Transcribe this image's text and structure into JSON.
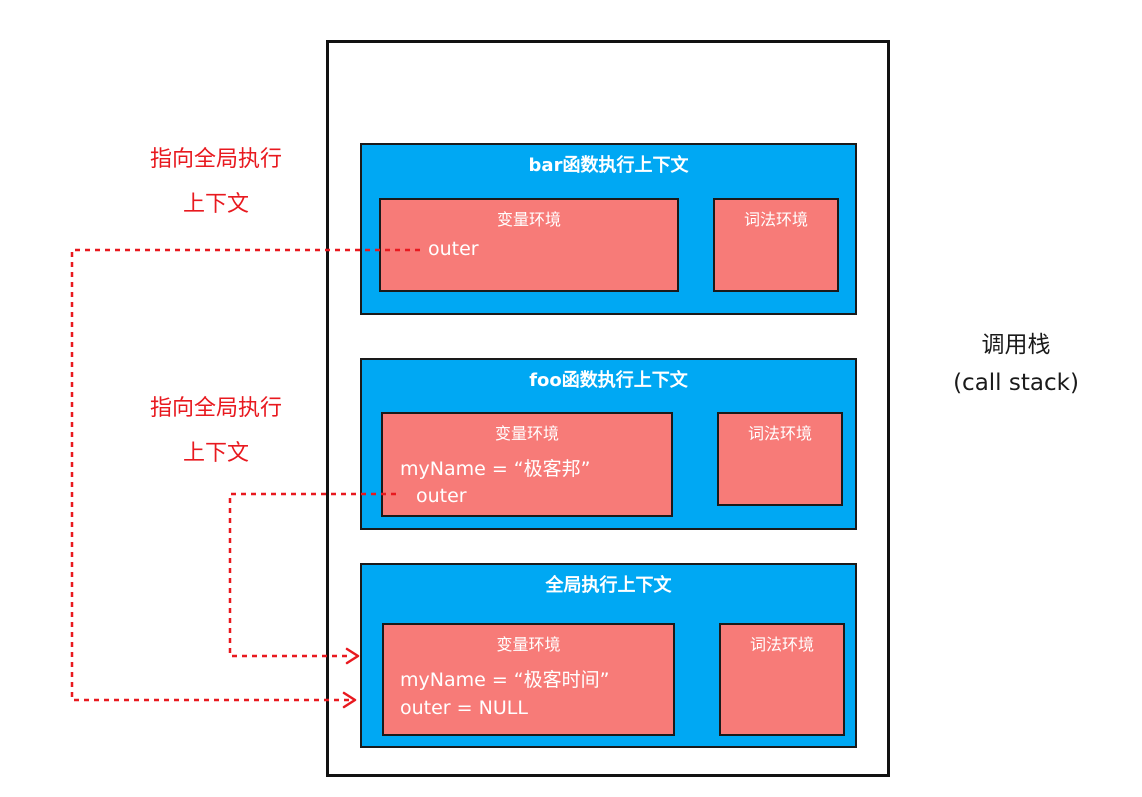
{
  "call_stack": {
    "label_cn": "调用栈",
    "label_en": "(call stack)"
  },
  "notes": {
    "bar_note": "指向全局执行上下文",
    "foo_note": "指向全局执行上下文"
  },
  "bar_context": {
    "title": "bar函数执行上下文",
    "variable_env": {
      "title": "变量环境",
      "vars": [
        "outer"
      ]
    },
    "lexical_env": {
      "title": "词法环境"
    }
  },
  "foo_context": {
    "title": "foo函数执行上下文",
    "variable_env": {
      "title": "变量环境",
      "vars": [
        "myName = “极客邦”",
        "outer"
      ]
    },
    "lexical_env": {
      "title": "词法环境"
    }
  },
  "global_context": {
    "title": "全局执行上下文",
    "variable_env": {
      "title": "变量环境",
      "vars": [
        "myName = “极客时间”",
        "outer = NULL"
      ]
    },
    "lexical_env": {
      "title": "词法环境"
    }
  },
  "colors": {
    "context_fill": "#00a8f3",
    "env_fill": "#f77b78",
    "pointer": "#e8191f"
  }
}
